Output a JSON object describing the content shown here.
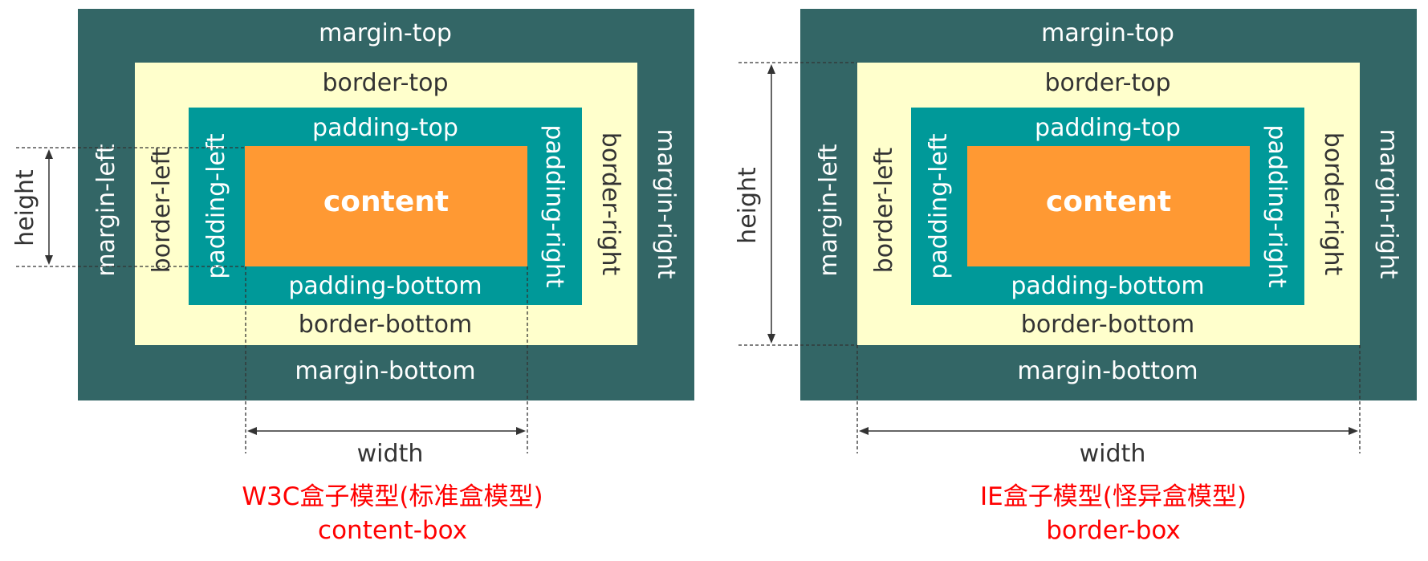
{
  "colors": {
    "margin": "#336666",
    "border": "#ffffcc",
    "padding": "#009999",
    "content": "#ff9933",
    "caption": "#ff0000",
    "dim_line": "#333333"
  },
  "diagrams": [
    {
      "labels": {
        "margin_top": "margin-top",
        "margin_bottom": "margin-bottom",
        "margin_left": "margin-left",
        "margin_right": "margin-right",
        "border_top": "border-top",
        "border_bottom": "border-bottom",
        "border_left": "border-left",
        "border_right": "border-right",
        "padding_top": "padding-top",
        "padding_bottom": "padding-bottom",
        "padding_left": "padding-left",
        "padding_right": "padding-right",
        "content": "content",
        "height": "height",
        "width": "width"
      },
      "caption": {
        "line1": "W3C盒子模型(标准盒模型)",
        "line2": "content-box"
      }
    },
    {
      "labels": {
        "margin_top": "margin-top",
        "margin_bottom": "margin-bottom",
        "margin_left": "margin-left",
        "margin_right": "margin-right",
        "border_top": "border-top",
        "border_bottom": "border-bottom",
        "border_left": "border-left",
        "border_right": "border-right",
        "padding_top": "padding-top",
        "padding_bottom": "padding-bottom",
        "padding_left": "padding-left",
        "padding_right": "padding-right",
        "content": "content",
        "height": "height",
        "width": "width"
      },
      "caption": {
        "line1": "IE盒子模型(怪异盒模型)",
        "line2": "border-box"
      }
    }
  ]
}
